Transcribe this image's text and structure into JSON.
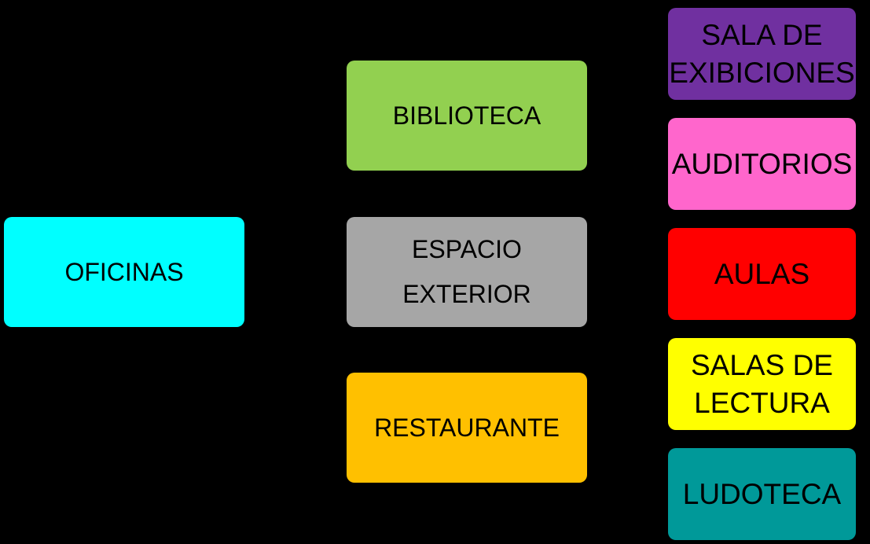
{
  "nodes": {
    "oficinas": {
      "label": "OFICINAS",
      "color": "#00FFFF"
    },
    "biblioteca": {
      "label": "BIBLIOTECA",
      "color": "#92D050"
    },
    "espacio_exterior": {
      "label": "ESPACIO\nEXTERIOR",
      "color": "#A6A6A6"
    },
    "restaurante": {
      "label": "RESTAURANTE",
      "color": "#FFC000"
    },
    "sala_exibiciones": {
      "label": "SALA DE\nEXIBICIONES",
      "color": "#7030A0"
    },
    "auditorios": {
      "label": "AUDITORIOS",
      "color": "#FF66CC"
    },
    "aulas": {
      "label": "AULAS",
      "color": "#FF0000"
    },
    "salas_lectura": {
      "label": "SALAS DE\nLECTURA",
      "color": "#FFFF00"
    },
    "ludoteca": {
      "label": "LUDOTECA",
      "color": "#009999"
    }
  }
}
